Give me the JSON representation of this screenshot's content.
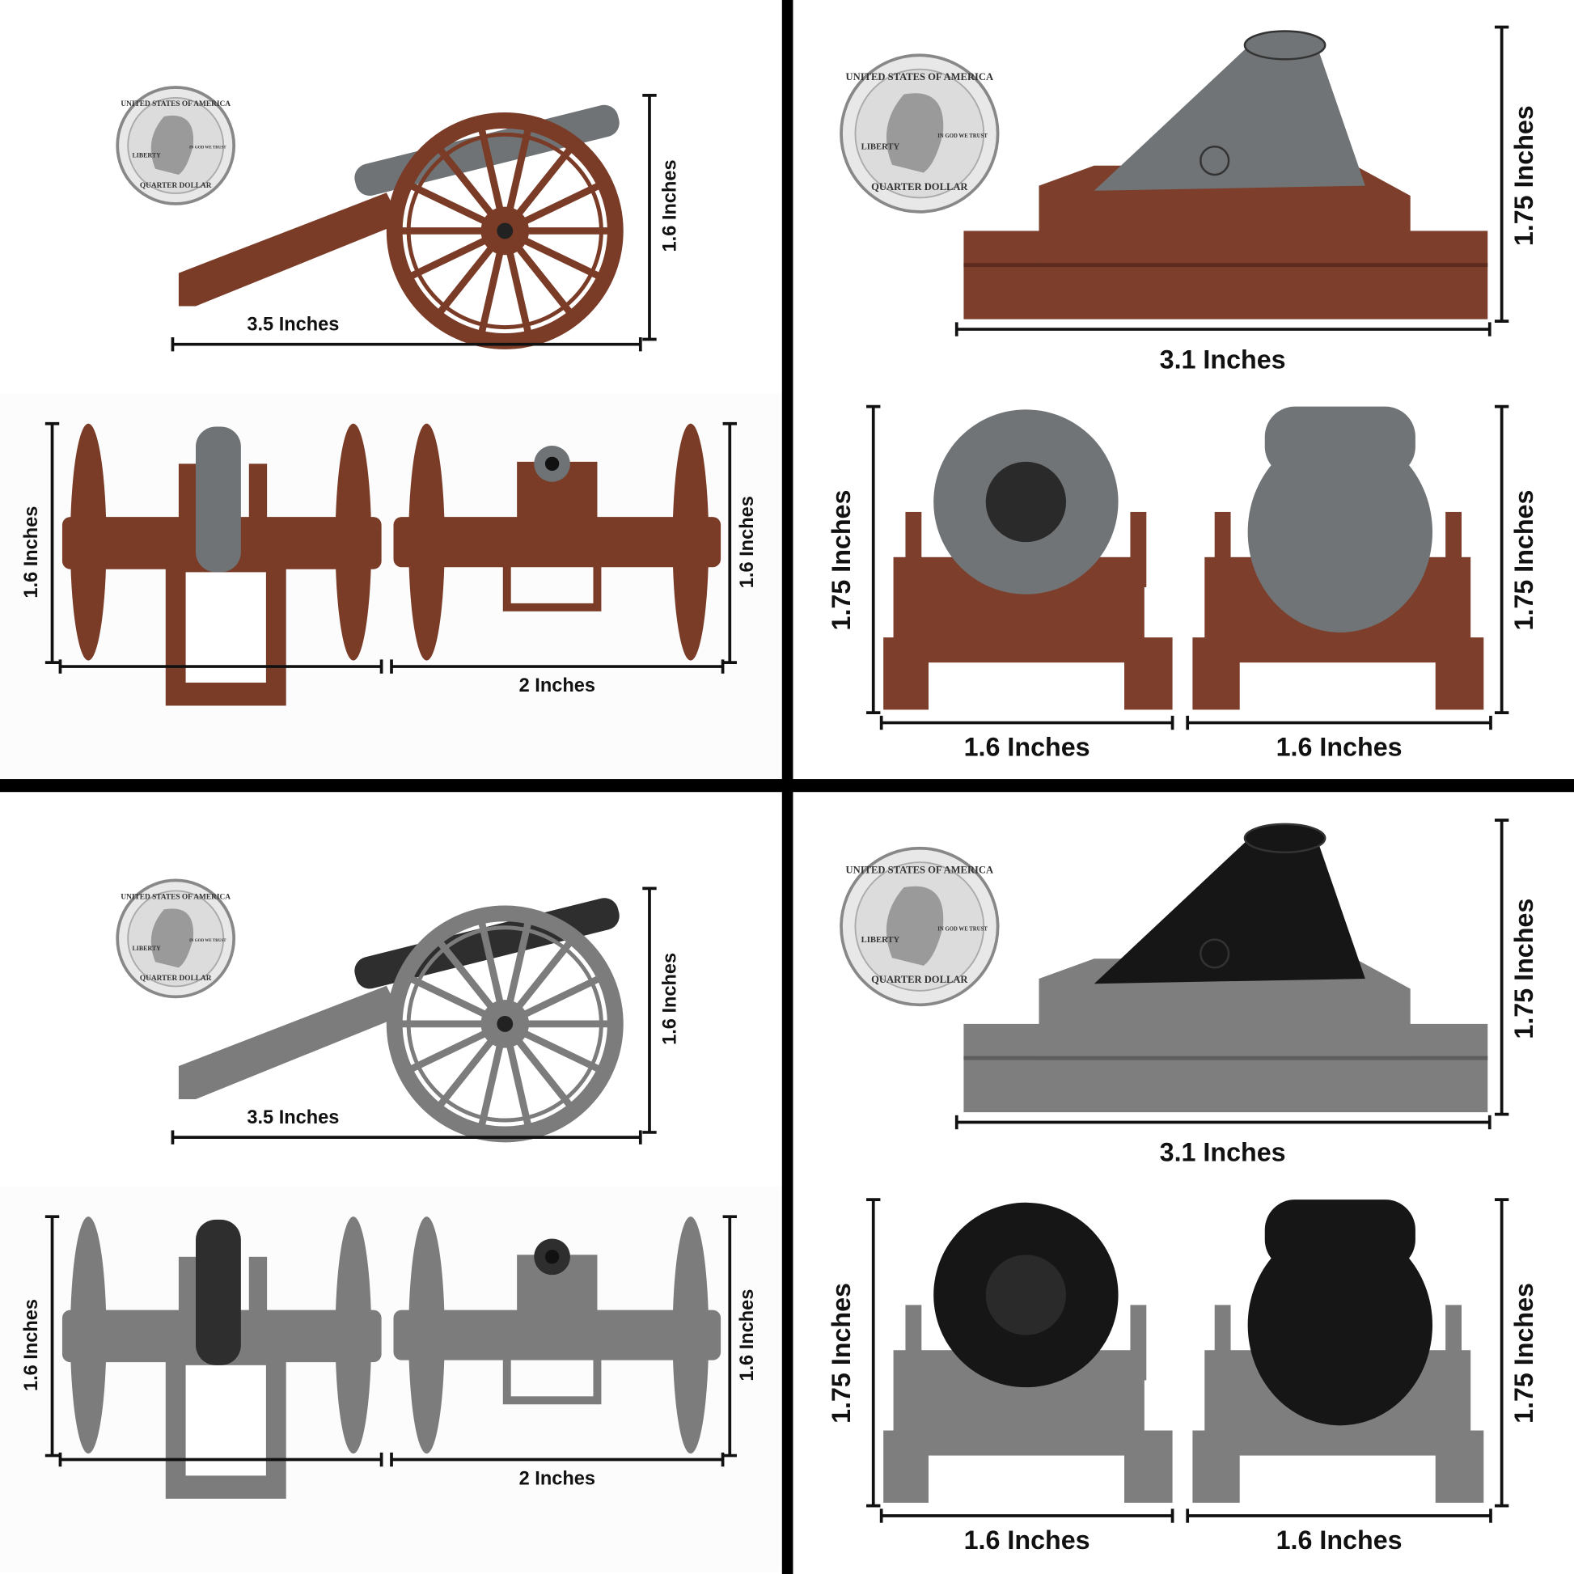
{
  "panels": [
    {
      "name": "field-cannon-brown",
      "kind": "cannon",
      "colors": {
        "body": "#7a3b27",
        "barrel": "#6f7376",
        "base_dark": "#5c2a1b"
      },
      "labels": {
        "side_width": "3.5 Inches",
        "side_height": "1.6 Inches",
        "front_height": "1.6 Inches",
        "front_width": "2 Inches",
        "back_height": "1.6 Inches"
      }
    },
    {
      "name": "mortar-brown-base",
      "kind": "mortar",
      "colors": {
        "body": "#7d3f2c",
        "barrel": "#707476",
        "base_dark": "#5e2c1e"
      },
      "labels": {
        "side_width": "3.1 Inches",
        "side_height": "1.75 Inches",
        "front_height": "1.75 Inches",
        "front_width": "1.6 Inches",
        "back_width": "1.6 Inches",
        "back_height": "1.75 Inches"
      }
    },
    {
      "name": "field-cannon-gray",
      "kind": "cannon",
      "colors": {
        "body": "#7c7c7c",
        "barrel": "#2e2e2e",
        "base_dark": "#5a5a5a"
      },
      "labels": {
        "side_width": "3.5 Inches",
        "side_height": "1.6 Inches",
        "front_height": "1.6 Inches",
        "front_width": "2 Inches",
        "back_height": "1.6 Inches"
      }
    },
    {
      "name": "mortar-gray-base",
      "kind": "mortar",
      "colors": {
        "body": "#7e7e7e",
        "barrel": "#161616",
        "base_dark": "#5e5e5e"
      },
      "labels": {
        "side_width": "3.1 Inches",
        "side_height": "1.75 Inches",
        "front_height": "1.75 Inches",
        "front_width": "1.6 Inches",
        "back_width": "1.6 Inches",
        "back_height": "1.75 Inches"
      }
    }
  ],
  "coin": {
    "top": "UNITED STATES OF AMERICA",
    "liberty": "LIBERTY",
    "motto": "IN GOD WE TRUST",
    "bottom": "QUARTER DOLLAR"
  },
  "divider_color": "#000000"
}
